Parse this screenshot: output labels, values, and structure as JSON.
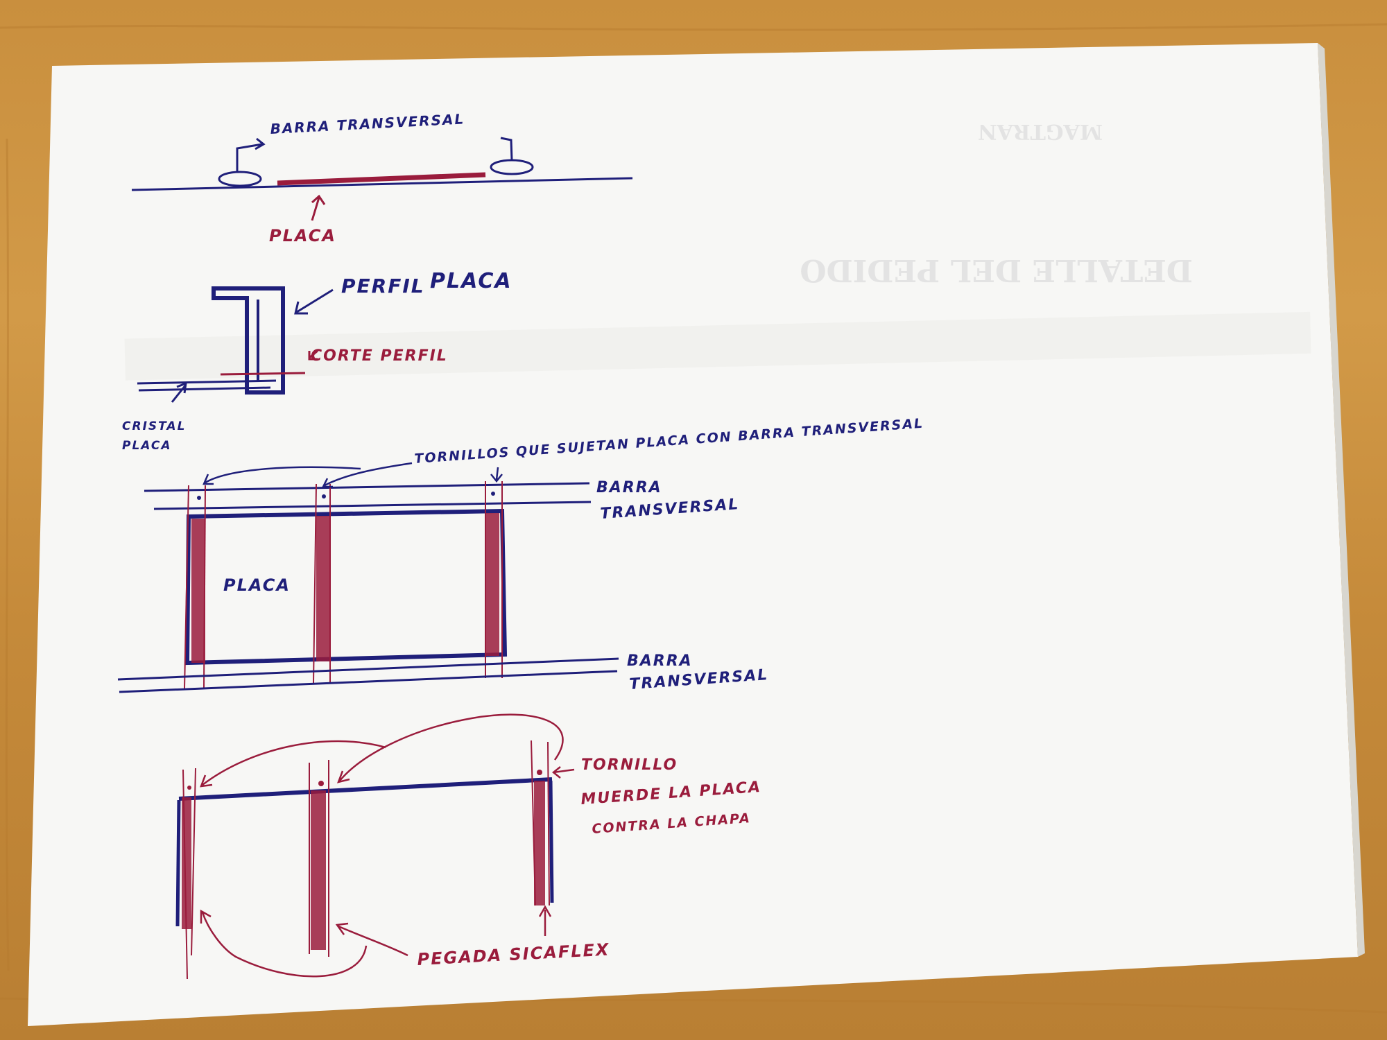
{
  "colors": {
    "blue_ink": "#1f1f7a",
    "red_ink": "#9a1c3c",
    "paper": "#f7f7f5",
    "desk": "#c98f3e"
  },
  "ghost_print": {
    "title": "DETALLE DEL PEDIDO",
    "header": "MAGTRAN"
  },
  "sketch1": {
    "barra_transversal": "BARRA TRANSVERSAL",
    "placa": "PLACA"
  },
  "sketch2": {
    "perfil_placa_1": "PERFIL",
    "perfil_placa_2": "PLACA",
    "corte_perfil": "CORTE PERFIL",
    "cristal": "CRISTAL",
    "placa": "PLACA"
  },
  "sketch3": {
    "tornillos": "TORNILLOS QUE SUJETAN PLACA CON BARRA TRANSVERSAL",
    "barra_top_1": "BARRA",
    "barra_top_2": "TRANSVERSAL",
    "placa": "PLACA",
    "barra_bottom_1": "BARRA",
    "barra_bottom_2": "TRANSVERSAL"
  },
  "sketch4": {
    "tornillo_1": "TORNILLO",
    "tornillo_2": "MUERDE LA PLACA",
    "tornillo_3": "CONTRA LA CHAPA",
    "pegada": "PEGADA SICAFLEX"
  }
}
